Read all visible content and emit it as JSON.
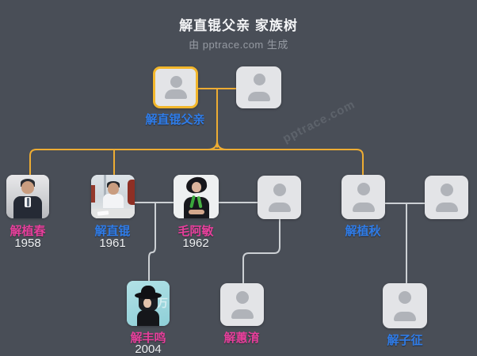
{
  "header": {
    "title": "解直锟父亲 家族树",
    "subtitle": "由 pptrace.com 生成"
  },
  "watermark": "pptrace.com",
  "colors": {
    "background": "#494e57",
    "highlight_border": "#f2b62b",
    "ancestor_link": "#edac33",
    "family_link": "#ccd0d4",
    "blue_name": "#2f7ce8",
    "magenta_name": "#e63f9b",
    "year_text": "#eef0f2",
    "placeholder_fill": "#e3e4e7",
    "placeholder_icon": "#b0b3b9"
  },
  "people": {
    "father": {
      "name": "解直锟父亲"
    },
    "xiezhichun": {
      "name": "解植春",
      "year": "1958"
    },
    "xiezhikun": {
      "name": "解直锟",
      "year": "1961"
    },
    "maoamin": {
      "name": "毛阿敏",
      "year": "1962"
    },
    "xiezhiqiu": {
      "name": "解植秋"
    },
    "xiefengming": {
      "name": "解丰鸣",
      "year": "2004",
      "photo_glyph": "万"
    },
    "xiehuiyu": {
      "name": "解蕙淯"
    },
    "xiezizheng": {
      "name": "解子征"
    }
  }
}
